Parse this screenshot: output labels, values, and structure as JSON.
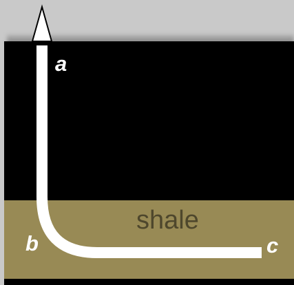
{
  "diagram": {
    "layers": {
      "shale": {
        "label": "shale",
        "color": "#988a55",
        "text_color": "#4e472c"
      },
      "overburden": {
        "color": "#000000"
      }
    },
    "well": {
      "color": "#ffffff",
      "points": {
        "a": "a",
        "b": "b",
        "c": "c"
      },
      "wellhead_icon": "derrick-icon"
    },
    "background_color": "#c9c9c9"
  }
}
